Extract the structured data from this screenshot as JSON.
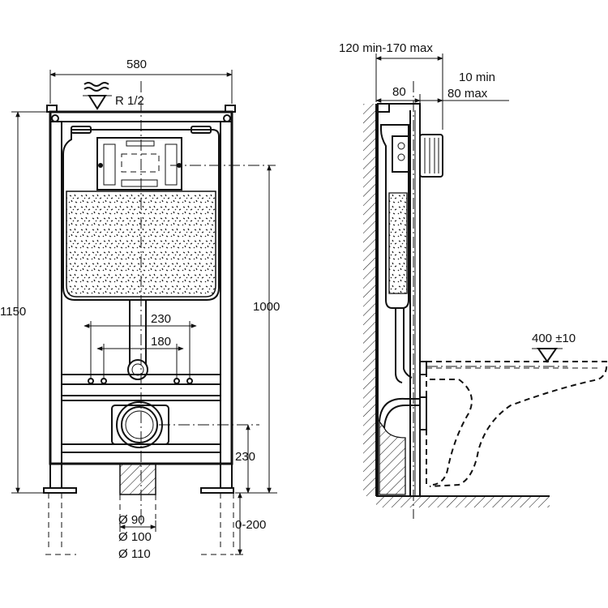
{
  "front_view": {
    "width": "580",
    "height_total": "1150",
    "height_inlet": "1000",
    "supply": "R 1/2",
    "bolt_outer": "230",
    "bolt_inner": "180",
    "drain_height": "230",
    "floor_adjust": "0-200",
    "pipe_d1": "Ø 90",
    "pipe_d2": "Ø 100",
    "pipe_d3": "Ø 110"
  },
  "side_view": {
    "depth_range": "120 min-170 max",
    "frame_depth": "80",
    "plate_gap_min": "10 min",
    "plate_gap_max": "80 max",
    "seat_height": "400 ±10"
  },
  "colors": {
    "line": "#111111",
    "background": "#ffffff"
  }
}
